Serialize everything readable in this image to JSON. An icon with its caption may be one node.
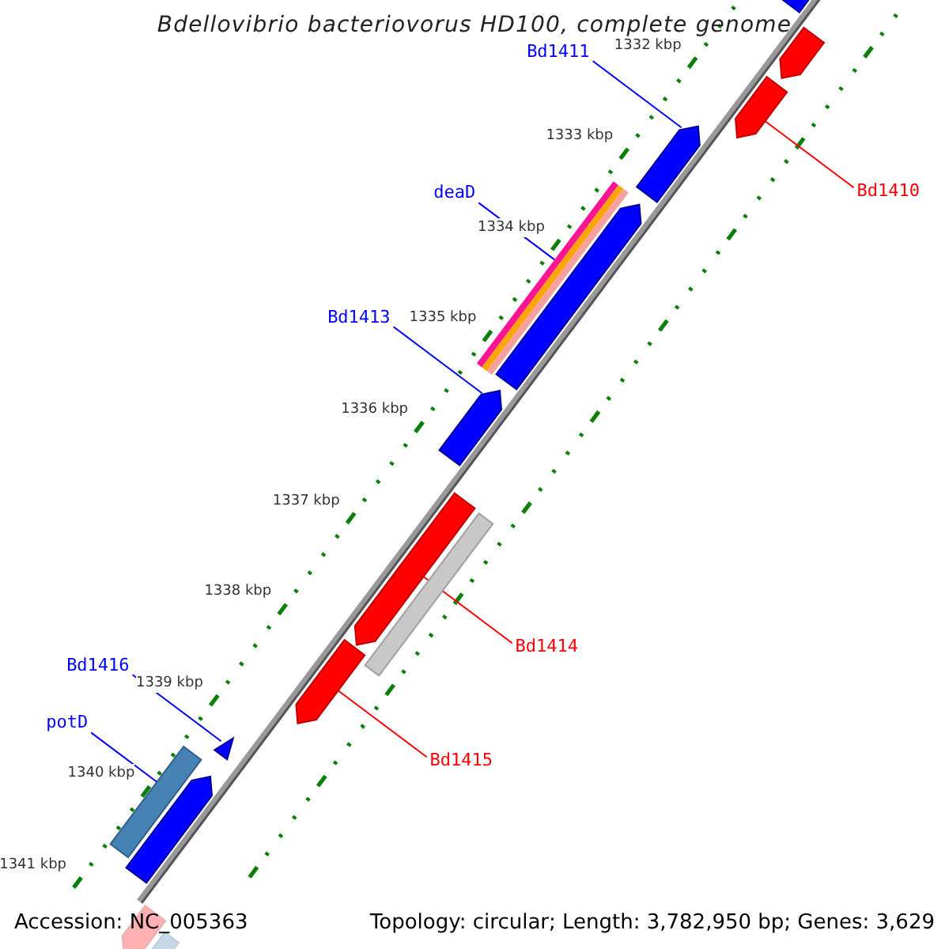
{
  "diagram": {
    "title": "Bdellovibrio bacteriovorus HD100, complete genome",
    "nodes": [
      {
        "text": [
          "Bd1411"
        ]
      },
      {
        "text": [
          "Bd1410"
        ]
      },
      {
        "text": [
          "deaD"
        ]
      },
      {
        "text": [
          "Bd1413"
        ]
      },
      {
        "text": [
          "Bd1416"
        ]
      },
      {
        "text": [
          "Bd1414"
        ]
      },
      {
        "text": [
          "potD"
        ]
      },
      {
        "text": [
          "Bd1415"
        ]
      },
      {
        "text": [],
        "shape": "arrow"
      },
      {
        "text": [],
        "shape": "arrow"
      },
      {
        "text": [],
        "shape": "arrow"
      },
      {
        "text": [],
        "shape": "arrow"
      },
      {
        "text": [],
        "shape": "bar"
      },
      {
        "text": [],
        "shape": "arrow"
      },
      {
        "text": [],
        "shape": "arrow"
      },
      {
        "text": [],
        "shape": "arrow"
      },
      {
        "text": [],
        "shape": "bar"
      },
      {
        "text": [],
        "shape": "arrow"
      },
      {
        "text": [],
        "shape": "triangle"
      },
      {
        "text": [],
        "shape": "bar"
      },
      {
        "text": [],
        "shape": "arrow"
      },
      {
        "text": [],
        "shape": "arrow"
      },
      {
        "text": [],
        "shape": "bar"
      }
    ],
    "edges": [
      {
        "from": 0,
        "to": 11,
        "arrow": "none"
      },
      {
        "from": 1,
        "to": 10,
        "arrow": "none",
        "color": "#ff0000"
      },
      {
        "from": 2,
        "to": 12,
        "arrow": "none"
      },
      {
        "from": 3,
        "to": 14,
        "arrow": "none"
      },
      {
        "from": 4,
        "to": 18,
        "arrow": "none"
      },
      {
        "from": 5,
        "to": 15,
        "arrow": "none",
        "color": "#ff0000"
      },
      {
        "from": 6,
        "to": 19,
        "arrow": "none"
      },
      {
        "from": 7,
        "to": 17,
        "arrow": "none",
        "color": "#ff0000"
      }
    ],
    "labels": [
      "1332 kbp",
      "1333 kbp",
      "1334 kbp",
      "1335 kbp",
      "1336 kbp",
      "1337 kbp",
      "1338 kbp",
      "1339 kbp",
      "1340 kbp",
      "1341 kbp",
      "Accession: NC_005363",
      "Topology: circular; Length: 3,782,950 bp; Genes: 3,629"
    ]
  }
}
